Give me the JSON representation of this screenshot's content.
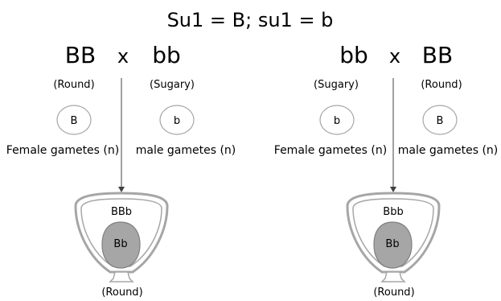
{
  "title": "Su1 = B; su1 = b",
  "crosses": [
    {
      "female_genotype": "BB",
      "cross_symbol": "x",
      "male_genotype": "bb",
      "female_phenotype": "(Round)",
      "male_phenotype": "(Sugary)",
      "female_gamete": "B",
      "male_gamete": "b",
      "female_gametes_label": "Female gametes (n)",
      "male_gametes_label": "male gametes (n)",
      "endosperm_genotype": "BBb",
      "embryo_genotype": "Bb",
      "seed_phenotype": "(Round)"
    },
    {
      "female_genotype": "bb",
      "cross_symbol": "x",
      "male_genotype": "BB",
      "female_phenotype": "(Sugary)",
      "male_phenotype": "(Round)",
      "female_gamete": "b",
      "male_gamete": "B",
      "female_gametes_label": "Female gametes (n)",
      "male_gametes_label": "male gametes (n)",
      "endosperm_genotype": "Bbb",
      "embryo_genotype": "Bb",
      "seed_phenotype": "(Round)"
    }
  ],
  "colors": {
    "outline": "#a6a6a6",
    "embryo_fill": "#a6a6a6",
    "embryo_stroke": "#7f7f7f",
    "arrow": "#404040",
    "text": "#000000"
  }
}
